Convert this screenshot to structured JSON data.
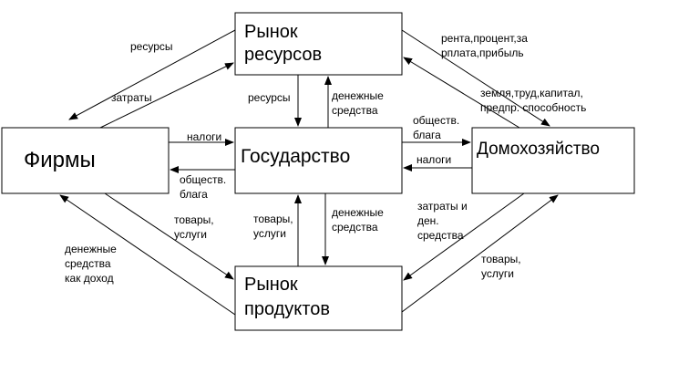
{
  "boxes": {
    "resource_market": [
      "Рынок",
      "ресурсов"
    ],
    "firms": "Фирмы",
    "government": "Государство",
    "household": "Домохозяйство",
    "product_market": [
      "Рынок",
      "продуктов"
    ]
  },
  "labels": {
    "resources_left": "ресурсы",
    "costs_left": "затраты",
    "rent_line1": "рента,процент,за",
    "rent_line2": "рплата,прибыль",
    "land_line1": "земля,труд,капитал,",
    "land_line2": "предпр. способность",
    "resources_center": "ресурсы",
    "money_top_line1": "денежные",
    "money_top_line2": "средства",
    "taxes_firms": "налоги",
    "public_goods_firms_line1": "обществ.",
    "public_goods_firms_line2": "блага",
    "public_goods_hh_line1": "обществ.",
    "public_goods_hh_line2": "блага",
    "taxes_hh": "налоги",
    "goods_firms_line1": "товары,",
    "goods_firms_line2": "услуги",
    "goods_center_line1": "товары,",
    "goods_center_line2": "услуги",
    "money_bottom_line1": "денежные",
    "money_bottom_line2": "средства",
    "costs_hh_line1": "затраты и",
    "costs_hh_line2": "ден.",
    "costs_hh_line3": "средства",
    "goods_hh_line1": "товары,",
    "goods_hh_line2": "услуги",
    "income_line1": "денежные",
    "income_line2": "средства",
    "income_line3": "как доход"
  }
}
